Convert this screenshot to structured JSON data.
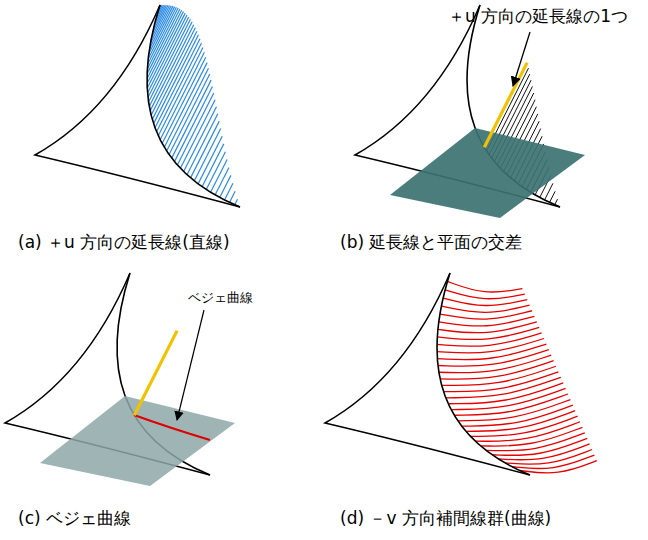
{
  "diagram": {
    "labels": [
      "＋u 方向の延長線の1つ",
      "(a) ＋u 方向の延長線(直線)",
      "(b) 延長線と平面の交差",
      "ベジェ曲線",
      "(c) ベジェ曲線",
      "(d) －v 方向補間線群(曲線)"
    ]
  }
}
